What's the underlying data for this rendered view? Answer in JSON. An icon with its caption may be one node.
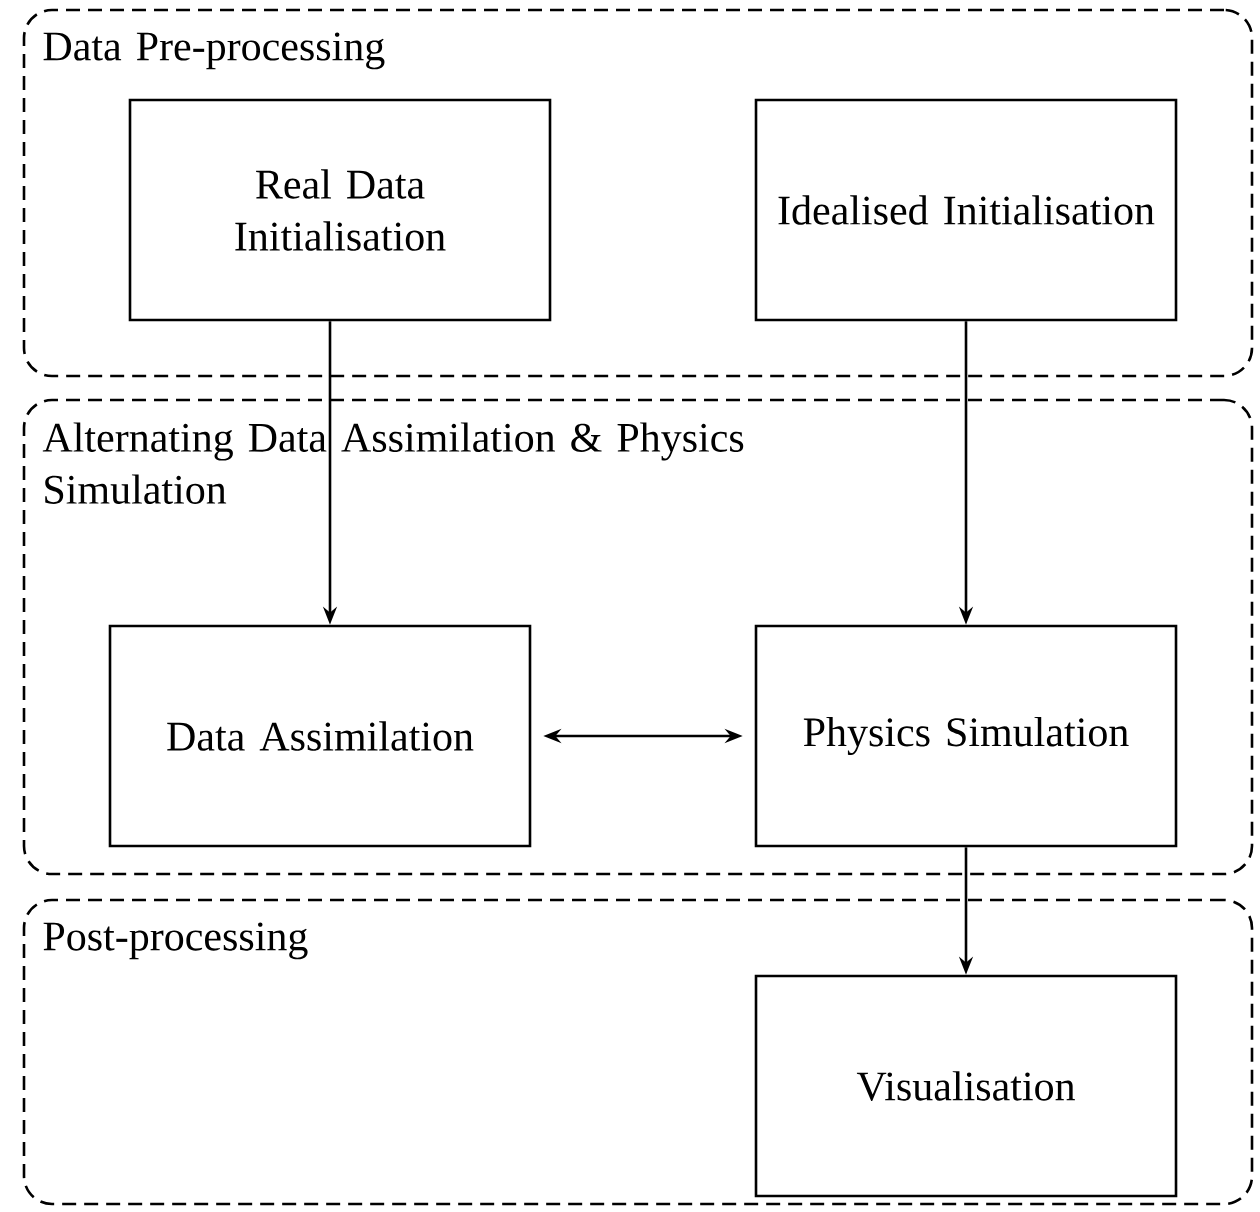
{
  "diagram": {
    "nodes": [
      {
        "text": [
          "Data Pre-processing"
        ]
      },
      {
        "text": [
          "Real Data Initialisation"
        ],
        "in": 0
      },
      {
        "text": [
          "Idealised Initialisation"
        ],
        "in": 0
      },
      {
        "text": [
          "Alternating Data Assimilation & Physics Simulation"
        ]
      },
      {
        "text": [
          "Data Assimilation"
        ],
        "in": 3
      },
      {
        "text": [
          "Physics Simulation"
        ],
        "in": 3
      },
      {
        "text": [
          "Post-processing"
        ]
      },
      {
        "text": [
          "Visualisation"
        ],
        "in": 6
      }
    ],
    "edges": [
      {
        "from": 1,
        "to": 4,
        "arrow": "to"
      },
      {
        "from": 2,
        "to": 5,
        "arrow": "to"
      },
      {
        "from": 4,
        "to": 5,
        "arrow": "both"
      },
      {
        "from": 5,
        "to": 7,
        "arrow": "to"
      }
    ]
  }
}
